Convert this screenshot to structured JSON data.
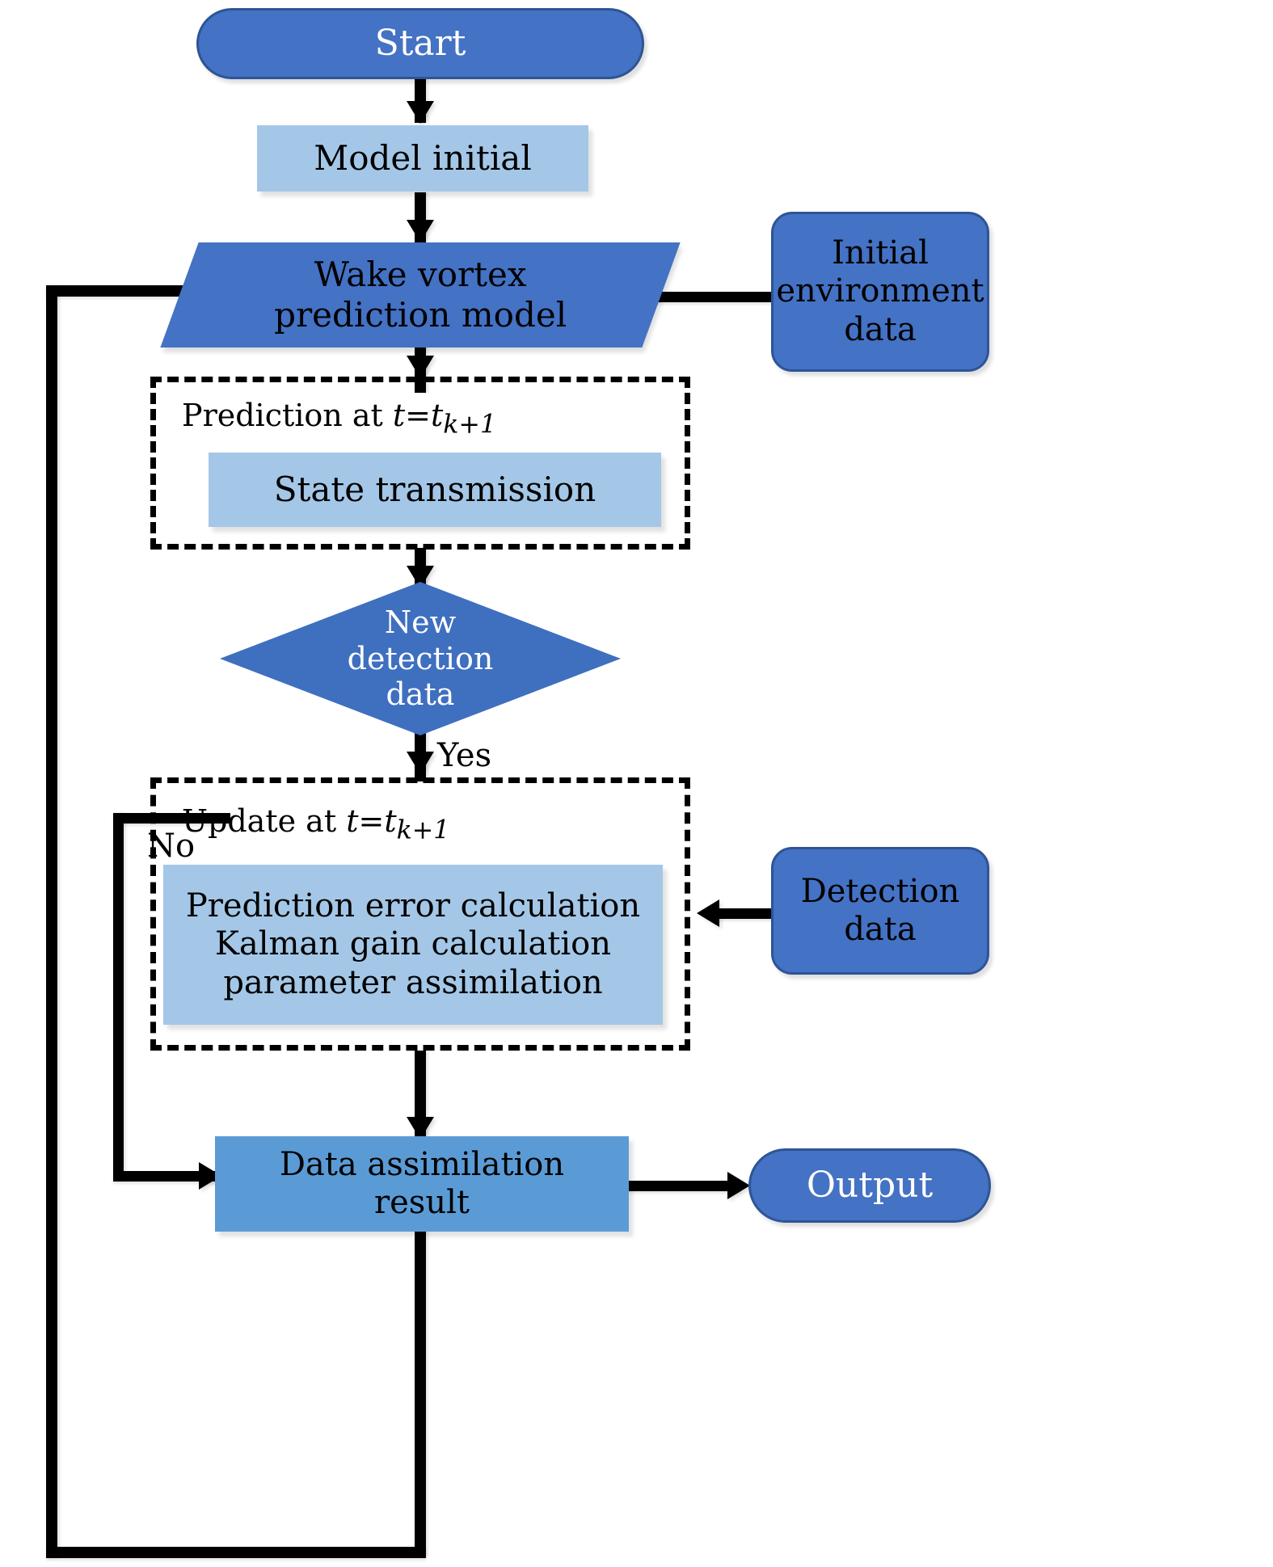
{
  "diagram": {
    "title": "Wake vortex prediction data assimilation flowchart",
    "colors": {
      "terminator_fill": "#4472C4",
      "terminator_border": "#2E5496",
      "process_light_fill": "#A4C7E7",
      "process_mid_fill": "#5B9BD5",
      "decision_fill": "#3F6FBF",
      "data_box_fill": "#4472C4",
      "connector": "#000000",
      "background": "#ffffff"
    },
    "nodes": {
      "start": {
        "label": "Start",
        "shape": "terminator"
      },
      "model_initial": {
        "label": "Model initial",
        "shape": "process"
      },
      "wake_vortex_model": {
        "label_line1": "Wake vortex",
        "label_line2": "prediction model",
        "shape": "parallelogram"
      },
      "initial_environment_data": {
        "label_line1": "Initial",
        "label_line2": "environment",
        "label_line3": "data",
        "shape": "rounded-data"
      },
      "state_transmission": {
        "label": "State transmission",
        "shape": "process"
      },
      "decision": {
        "label_line1": "New",
        "label_line2": "detection",
        "label_line3": "data",
        "shape": "diamond"
      },
      "update_calcs": {
        "label_line1": "Prediction error calculation",
        "label_line2": "Kalman gain calculation",
        "label_line3": "parameter assimilation",
        "shape": "process"
      },
      "detection_data": {
        "label_line1": "Detection",
        "label_line2": "data",
        "shape": "rounded-data"
      },
      "assimilation_result": {
        "label_line1": "Data assimilation",
        "label_line2": "result",
        "shape": "process"
      },
      "output": {
        "label": "Output",
        "shape": "terminator"
      }
    },
    "groups": {
      "prediction": {
        "title_prefix": "Prediction at ",
        "title_var": "t",
        "title_eq": "=",
        "title_var2": "t",
        "title_sub": "k+1"
      },
      "update": {
        "title_prefix": "Update at ",
        "title_var": "t",
        "title_eq": "=",
        "title_var2": "t",
        "title_sub": "k+1"
      }
    },
    "edge_labels": {
      "no": "No",
      "yes": "Yes"
    }
  }
}
